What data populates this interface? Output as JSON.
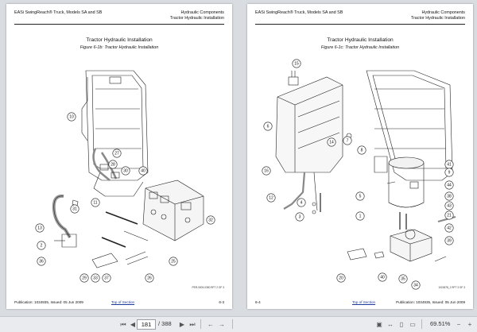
{
  "left_page": {
    "header_left": "EASi SwingReach® Truck, Models SA and SB",
    "header_right_1": "Hydraulic Components",
    "header_right_2": "Tractor Hydraulic Installation",
    "title": "Tractor Hydraulic Installation",
    "figure_caption": "Figure 6-1b: Tractor Hydraulic Installation",
    "drawing_id": "PER-0003-0350 RFT 2 OF 3",
    "footer_left": "Publication: 1034935, Issued: 05 Jun 2009",
    "footer_center": "Top of Section",
    "footer_right": "6-3",
    "callouts": [
      "10",
      "27",
      "28",
      "30",
      "40",
      "11",
      "31",
      "13",
      "2",
      "36",
      "32",
      "25",
      "29",
      "33",
      "37",
      "26"
    ]
  },
  "right_page": {
    "header_left": "EASi SwingReach® Truck, Models SA and SB",
    "header_right_1": "Hydraulic Components",
    "header_right_2": "Tractor Hydraulic Installation",
    "title": "Tractor Hydraulic Installation",
    "figure_caption": "Figure 6-1c: Tractor Hydraulic Installation",
    "drawing_id": "1024578_1 RFT 3 OF 3",
    "footer_left": "6-4",
    "footer_center": "Top of Section",
    "footer_right": "Publication: 1034935, Issued: 05 Jun 2009",
    "callouts": [
      "15",
      "6",
      "14",
      "7",
      "8",
      "16",
      "12",
      "3",
      "4",
      "5",
      "1",
      "41",
      "9",
      "44",
      "38",
      "43",
      "21",
      "42",
      "39",
      "40",
      "35",
      "34",
      "20"
    ]
  },
  "toolbar": {
    "current_page": "181",
    "page_total": "/ 388",
    "zoom": "69.51%",
    "icons": [
      "first-page-icon",
      "prev-page-icon",
      "next-page-icon",
      "last-page-icon",
      "previous-view-icon",
      "next-view-icon",
      "fit-page-icon",
      "fit-width-icon",
      "single-page-icon",
      "two-page-icon",
      "zoom-out-icon",
      "zoom-in-icon"
    ]
  }
}
